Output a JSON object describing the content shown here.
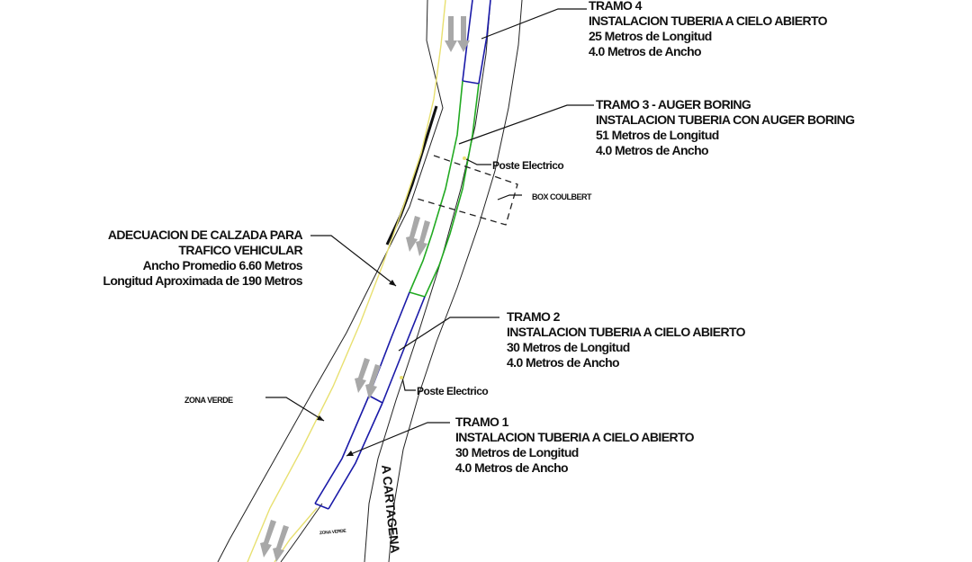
{
  "colors": {
    "road_edge": "#222222",
    "yellow_line": "#e8e070",
    "tramo_blue": "#1a1aa8",
    "tramo_green": "#22aa22",
    "arrow_gray": "#a8a8a8",
    "text": "#111111"
  },
  "tramos": [
    {
      "id": "tramo4",
      "title": "TRAMO 4",
      "method": "INSTALACION TUBERIA A CIELO ABIERTO",
      "length": "25 Metros de Longitud",
      "width": "4.0 Metros de Ancho",
      "color": "blue"
    },
    {
      "id": "tramo3",
      "title": "TRAMO 3 - AUGER BORING",
      "method": "INSTALACION TUBERIA CON AUGER BORING",
      "length": "51 Metros de Longitud",
      "width": "4.0 Metros de Ancho",
      "color": "green"
    },
    {
      "id": "tramo2",
      "title": "TRAMO 2",
      "method": "INSTALACION TUBERIA A CIELO ABIERTO",
      "length": "30 Metros de Longitud",
      "width": "4.0 Metros de Ancho",
      "color": "blue"
    },
    {
      "id": "tramo1",
      "title": "TRAMO 1",
      "method": "INSTALACION TUBERIA A CIELO ABIERTO",
      "length": "30 Metros de Longitud",
      "width": "4.0 Metros de Ancho",
      "color": "blue"
    }
  ],
  "adecuacion": {
    "line1": "ADECUACION DE CALZADA PARA",
    "line2": "TRAFICO VEHICULAR",
    "line3": "Ancho Promedio 6.60 Metros",
    "line4": "Longitud Aproximada de 190 Metros"
  },
  "annotations": {
    "poste_electrico_1": "Poste Electrico",
    "poste_electrico_2": "Poste Electrico",
    "box_coulbert": "BOX COULBERT",
    "zona_verde": "ZONA VERDE",
    "zona_verde_small": "ZONA VERDE",
    "direction": "A CARTAGENA"
  }
}
